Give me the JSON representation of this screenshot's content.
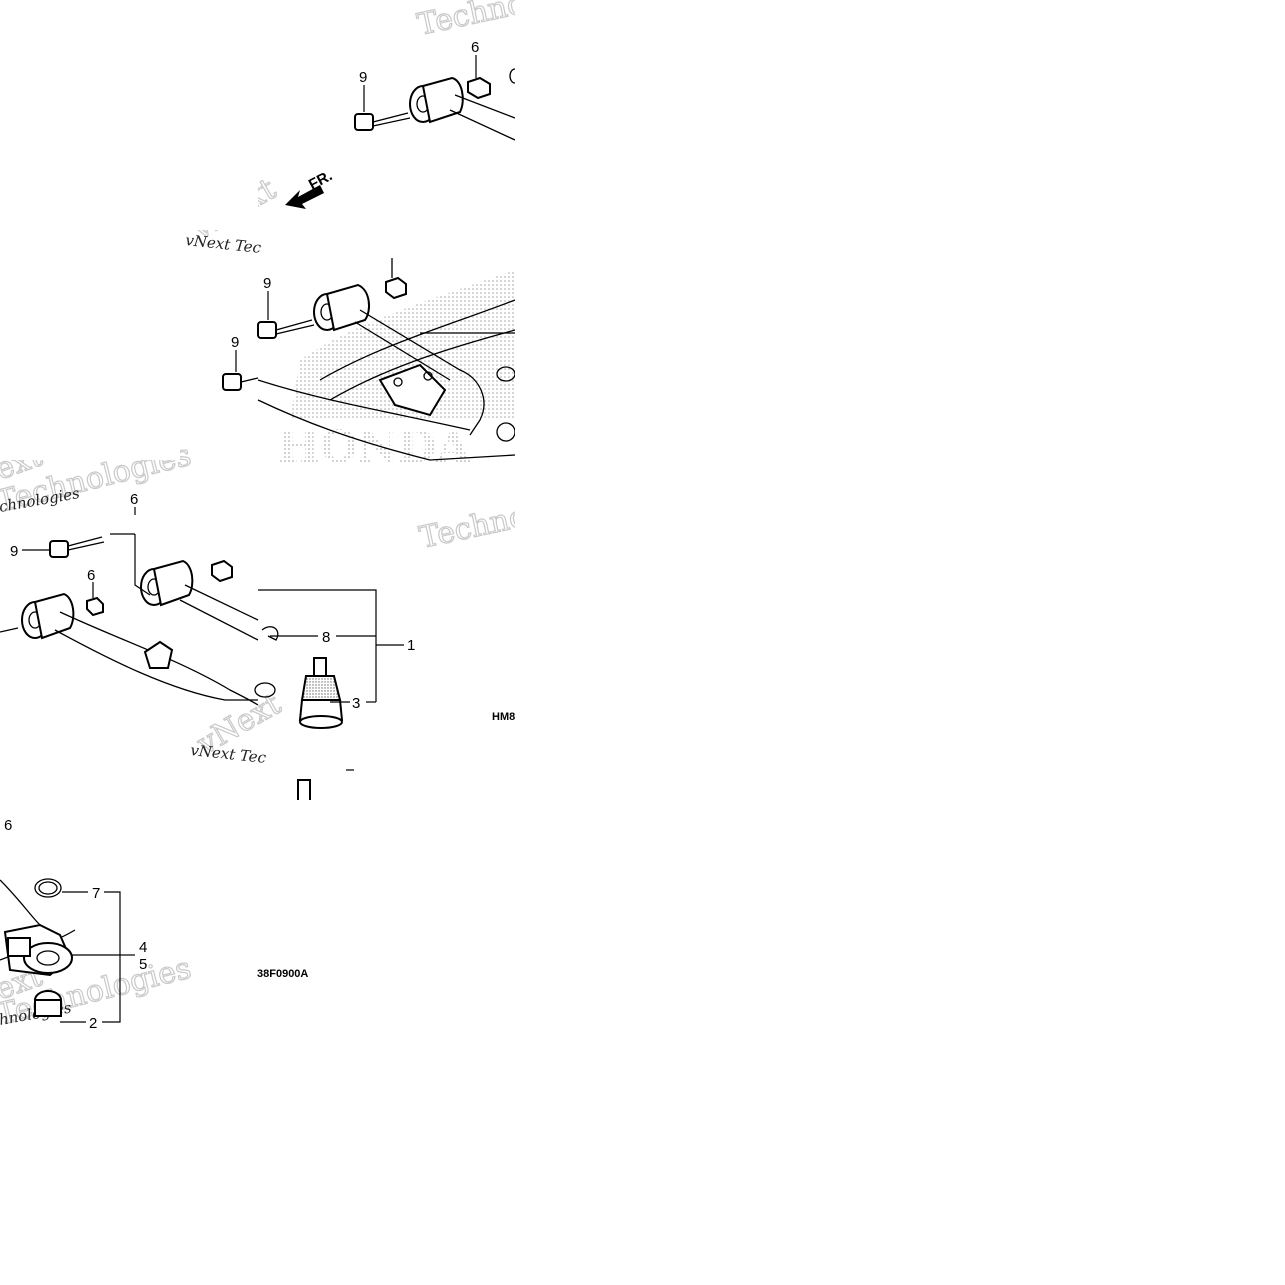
{
  "diagram": {
    "direction_label": "FR.",
    "callouts": {
      "c1": "1",
      "c2": "2",
      "c3": "3",
      "c4": "4",
      "c5": "5",
      "c6": "6",
      "c7": "7",
      "c8": "8",
      "c9": "9"
    },
    "codes": {
      "code_a": "HM8",
      "code_b": "38F0900A"
    },
    "watermarks": {
      "techno": "Techno",
      "technologies": "Technologies",
      "vnext": "vNext",
      "vnext_tec": "vNext Tec",
      "chnologies": "chnologies",
      "ext": "ext",
      "hnologies": "hnologies"
    },
    "brand": "HONDA"
  }
}
